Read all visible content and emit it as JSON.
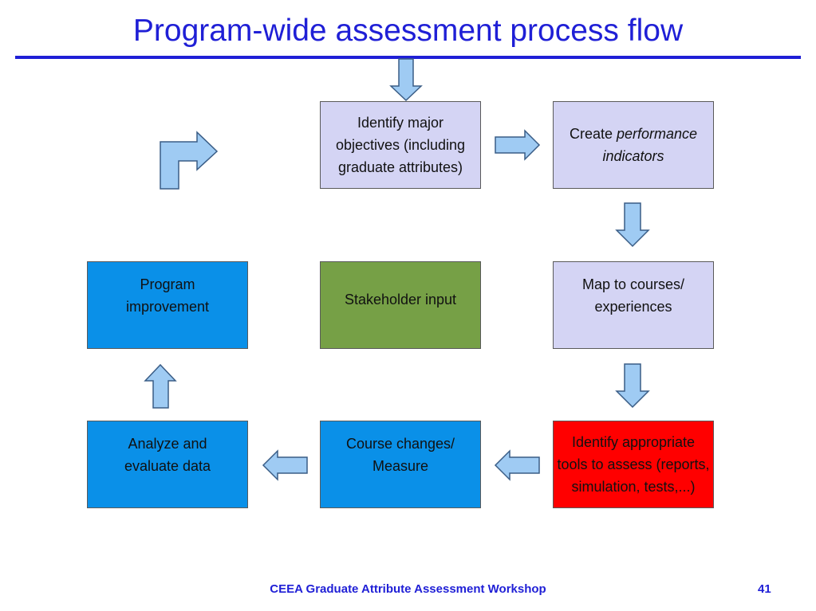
{
  "title": "Program-wide assessment process flow",
  "boxes": {
    "identify_objectives": "Identify major objectives (including graduate attributes)",
    "create_prefix": "Create ",
    "create_emph_1": "performance",
    "create_emph_2": "indicators",
    "map_courses": "Map to courses/ experiences",
    "identify_tools": "Identify appropriate tools to assess (reports, simulation, tests,...)",
    "course_changes": "Course changes/ Measure",
    "analyze_data": "Analyze and evaluate data",
    "program_improvement": "Program improvement",
    "stakeholder_input": "Stakeholder input"
  },
  "footer": {
    "text": "CEEA Graduate Attribute Assessment Workshop",
    "page": "41"
  },
  "colors": {
    "title": "#1f1fd6",
    "lavender_box": "#d4d4f4",
    "blue_box": "#0a90e8",
    "green_box": "#76a046",
    "red_box": "#ff0000",
    "arrow_fill": "#9fcbf3"
  }
}
